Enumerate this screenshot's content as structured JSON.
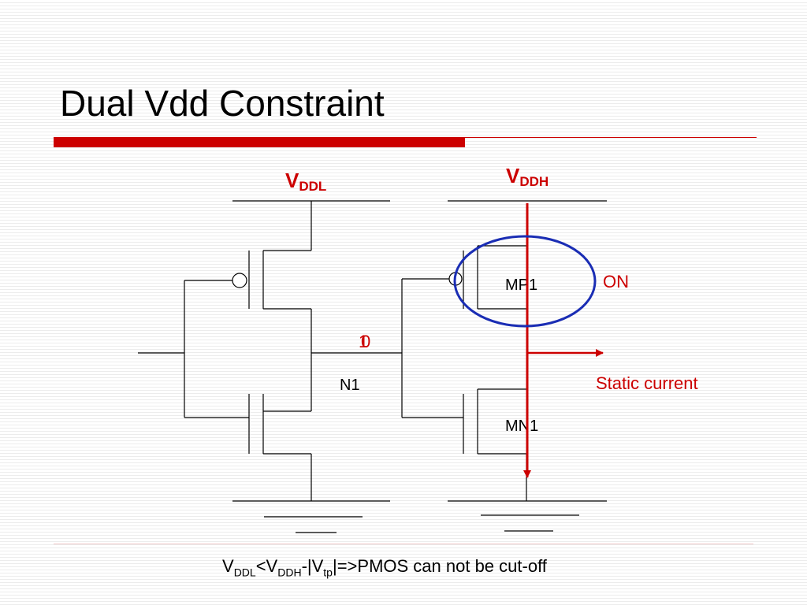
{
  "title": "Dual Vdd Constraint",
  "colors": {
    "accent": "#cc0000",
    "ellipse": "#1a2db4",
    "wire": "#000000"
  },
  "supplies": {
    "low": {
      "main": "V",
      "sub": "DDL"
    },
    "high": {
      "main": "V",
      "sub": "DDH"
    }
  },
  "node": {
    "name": "N1",
    "value_old": "1",
    "value_new": "0"
  },
  "transistors": {
    "pmos": "MP1",
    "nmos": "MN1"
  },
  "annotations": {
    "on": "ON",
    "current": "Static current"
  },
  "footer": {
    "v1": "V",
    "s1": "DDL",
    "t1": "<V",
    "s2": "DDH",
    "t2": "-|V",
    "s3": "tp",
    "t3": "|=>PMOS can not be cut-off"
  }
}
